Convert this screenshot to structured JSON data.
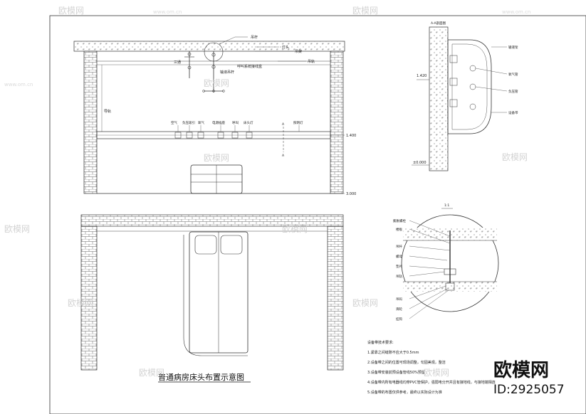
{
  "drawing": {
    "title": "普通病房床头布置示意图",
    "section_label": "A-A剖面图",
    "detail_label": "1:1",
    "elevations": {
      "upper_right": "1.420",
      "middle": "1.400",
      "floor": "±0.000",
      "base": "±0.000",
      "left_side": "3.000"
    },
    "notes_title": "设备带技术要求:",
    "notes": [
      "1.紧靠之间缝隙不应大于0.5mm",
      "2.设备带之间的位置可现场调整，句固美观，整洁",
      "3.设备带安装前预设备管线50%预留",
      "4.设备带内所有电器线均穿PVC管保护，强弱电分开并且有接地线，与接地端相连",
      "5.设备带的布置仅供参考，最终以实际设计为准"
    ],
    "upper_labels": [
      "吊杆",
      "灯头",
      "吊架",
      "三通",
      "输液吊杆",
      "呼叫系统接线盒",
      "吊轨",
      "导轨"
    ],
    "bed_labels": [
      "空气",
      "负压吸引",
      "氧气",
      "电源插座",
      "呼叫",
      "床头灯",
      "照明灯"
    ],
    "right_labels": [
      "输液架",
      "氧气管",
      "负压管",
      "设备带"
    ],
    "detail_labels": [
      "膨胀螺栓",
      "楼板",
      "吊杆",
      "螺母",
      "垫片",
      "吊轨",
      "吊码",
      "滑轮",
      "挂钩"
    ]
  },
  "watermarks": {
    "brand_text": "欧模网",
    "site_text": "www.om.cn"
  },
  "branding": {
    "logo_text": "欧模网",
    "id_text": "ID:2925057"
  }
}
